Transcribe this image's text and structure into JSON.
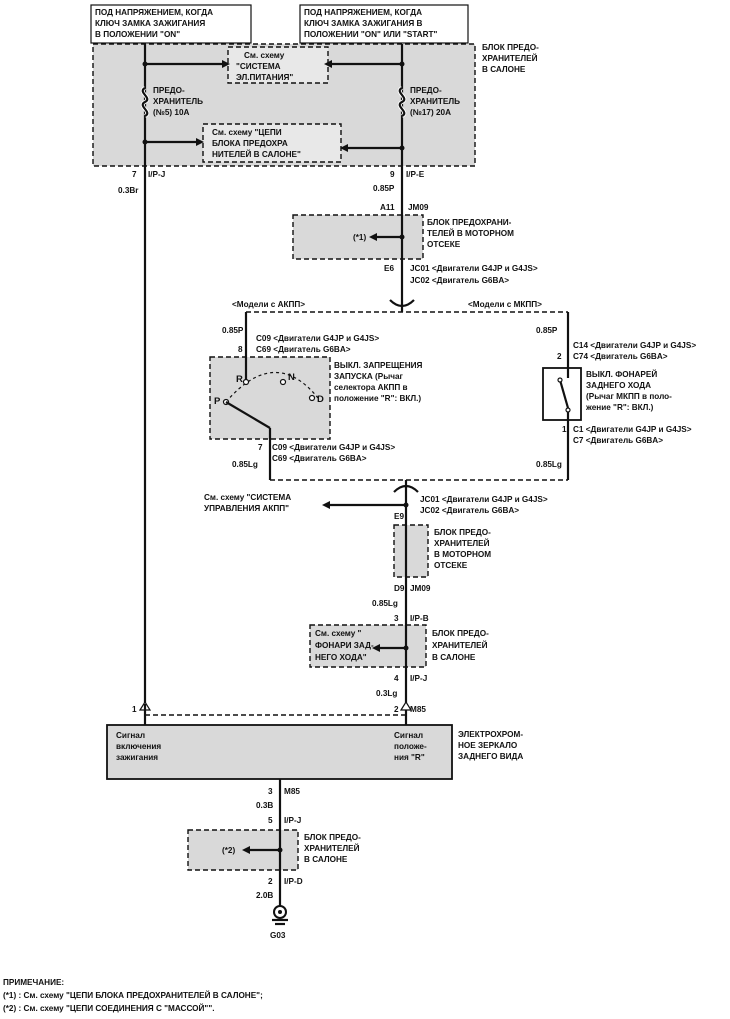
{
  "power_notes": {
    "left": [
      "ПОД НАПРЯЖЕНИЕМ, КОГДА",
      "КЛЮЧ ЗАМКА ЗАЖИГАНИЯ",
      "В ПОЛОЖЕНИИ \"ON\""
    ],
    "right": [
      "ПОД НАПРЯЖЕНИЕМ, КОГДА",
      "КЛЮЧ ЗАМКА ЗАЖИГАНИЯ В",
      "ПОЛОЖЕНИИ \"ON\" ИЛИ \"START\""
    ]
  },
  "top_fusebox": {
    "title": [
      "БЛОК ПРЕДО-",
      "ХРАНИТЕЛЕЙ",
      "В САЛОНЕ"
    ],
    "ref_power": [
      "См. схему",
      "\"СИСТЕМА",
      "ЭЛ.ПИТАНИЯ\""
    ],
    "ref_fuseblock": [
      "См. схему \"ЦЕПИ",
      "БЛОКА ПРЕДОХРА",
      "НИТЕЛЕЙ В САЛОНЕ\""
    ],
    "fuse_left": [
      "ПРЕДО-",
      "ХРАНИТЕЛЬ",
      "(№5) 10А"
    ],
    "fuse_right": [
      "ПРЕДО-",
      "ХРАНИТЕЛЬ",
      "(№17) 20А"
    ]
  },
  "left_wire": {
    "pin": "7",
    "conn": "I/P-J",
    "wire": "0.3Br"
  },
  "right_wire": {
    "pin": "9",
    "conn": "I/P-E",
    "wire": "0.85P"
  },
  "engine_box1": {
    "pin_in": "A11",
    "conn_in": "JM09",
    "title": [
      "БЛОК ПРЕДОХРАНИ-",
      "ТЕЛЕЙ В МОТОРНОМ",
      "ОТСЕКЕ"
    ],
    "note": "(*1)",
    "pin_out": "E6",
    "conn_out": [
      "JC01 <Двигатели G4JP и G4JS>",
      "JC02 <Двигатель G6BA>"
    ]
  },
  "branches": {
    "akpp": "<Модели с АКПП>",
    "mkpp": "<Модели с МКПП>"
  },
  "akpp_switch": {
    "wire_in": "0.85P",
    "conn_in": [
      "C09 <Двигатели G4JP и G4JS>",
      "C69 <Двигатель G6BA>"
    ],
    "pin_in": "8",
    "title": [
      "ВЫКЛ. ЗАПРЕЩЕНИЯ",
      "ЗАПУСКА (Рычаг",
      "селектора АКПП в",
      "положение \"R\": ВКЛ.)"
    ],
    "positions": [
      "R",
      "N",
      "P",
      "D"
    ],
    "pin_out": "7",
    "conn_out": [
      "C09 <Двигатели G4JP и G4JS>",
      "C69 <Двигатель G6BA>"
    ],
    "wire_out": "0.85Lg"
  },
  "mkpp_switch": {
    "wire_in": "0.85P",
    "conn_in": [
      "C14 <Двигатели G4JP и G4JS>",
      "C74 <Двигатель G6BA>"
    ],
    "pin_in": "2",
    "title": [
      "ВЫКЛ. ФОНАРЕЙ",
      "ЗАДНЕГО ХОДА",
      "(Рычаг МКПП в поло-",
      "жение \"R\": ВКЛ.)"
    ],
    "pin_out": "1",
    "conn_out": [
      "C1 <Двигатели G4JP и G4JS>",
      "C7 <Двигатель G6BA>"
    ],
    "wire_out": "0.85Lg"
  },
  "akpp_ref": [
    "См. схему \"СИСТЕМА",
    "УПРАВЛЕНИЯ АКПП\""
  ],
  "engine_box2": {
    "pin_in": "E9",
    "conn_in": [
      "JC01 <Двигатели G4JP и G4JS>",
      "JC02 <Двигатель G6BA>"
    ],
    "title": [
      "БЛОК ПРЕДО-",
      "ХРАНИТЕЛЕЙ",
      "В МОТОРНОМ",
      "ОТСЕКЕ"
    ],
    "pin_out": "D9",
    "conn_out": "JM09",
    "wire_out": "0.85Lg"
  },
  "cabin_box2": {
    "pin_in": "3",
    "conn_in": "I/P-B",
    "ref": [
      "См. схему \"",
      "ФОНАРИ ЗАД-",
      "НЕГО ХОДА\""
    ],
    "title": [
      "БЛОК ПРЕДО-",
      "ХРАНИТЕЛЕЙ",
      "В САЛОНЕ"
    ],
    "pin_out": "4",
    "conn_out": "I/P-J",
    "wire_out": "0.3Lg"
  },
  "mirror": {
    "pin_left": "1",
    "pin_right": "2",
    "conn": "M85",
    "label_left": [
      "Сигнал",
      "включения",
      "зажигания"
    ],
    "label_right": [
      "Сигнал",
      "положе-",
      "ния \"R\""
    ],
    "title": [
      "ЭЛЕКТРОХРОМ-",
      "НОЕ ЗЕРКАЛО",
      "ЗАДНЕГО ВИДА"
    ],
    "pin_out": "3",
    "conn_out": "M85",
    "wire_out": "0.3B"
  },
  "cabin_box3": {
    "pin_in": "5",
    "conn_in": "I/P-J",
    "note": "(*2)",
    "title": [
      "БЛОК ПРЕДО-",
      "ХРАНИТЕЛЕЙ",
      "В САЛОНЕ"
    ],
    "pin_out": "2",
    "conn_out": "I/P-D",
    "wire_out": "2.0B"
  },
  "ground": {
    "label": "G03"
  },
  "footnote": [
    "ПРИМЕЧАНИЕ:",
    "(*1) : См. схему \"ЦЕПИ БЛОКА ПРЕДОХРАНИТЕЛЕЙ В САЛОНЕ\";",
    "(*2) : См. схему \"ЦЕПИ СОЕДИНЕНИЯ С \"МАССОЙ\"\"."
  ]
}
